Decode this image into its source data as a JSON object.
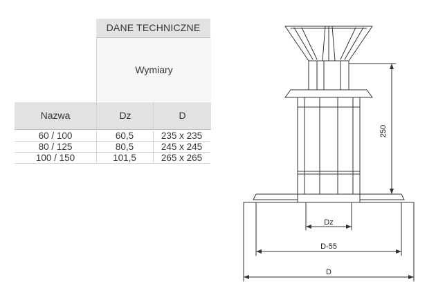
{
  "table": {
    "section_header": "DANE TECHNICZNE",
    "group_header": "Wymiary",
    "columns": [
      "Nazwa",
      "Dz",
      "D"
    ],
    "rows": [
      [
        "60 / 100",
        "60,5",
        "235 x 235"
      ],
      [
        "80 / 125",
        "80,5",
        "245 x 245"
      ],
      [
        "100 / 150",
        "101,5",
        "265 x 265"
      ]
    ]
  },
  "drawing": {
    "height_label": "250",
    "dz_label": "Dz",
    "d55_label": "D-55",
    "d_label": "D",
    "line_color": "#333333"
  }
}
